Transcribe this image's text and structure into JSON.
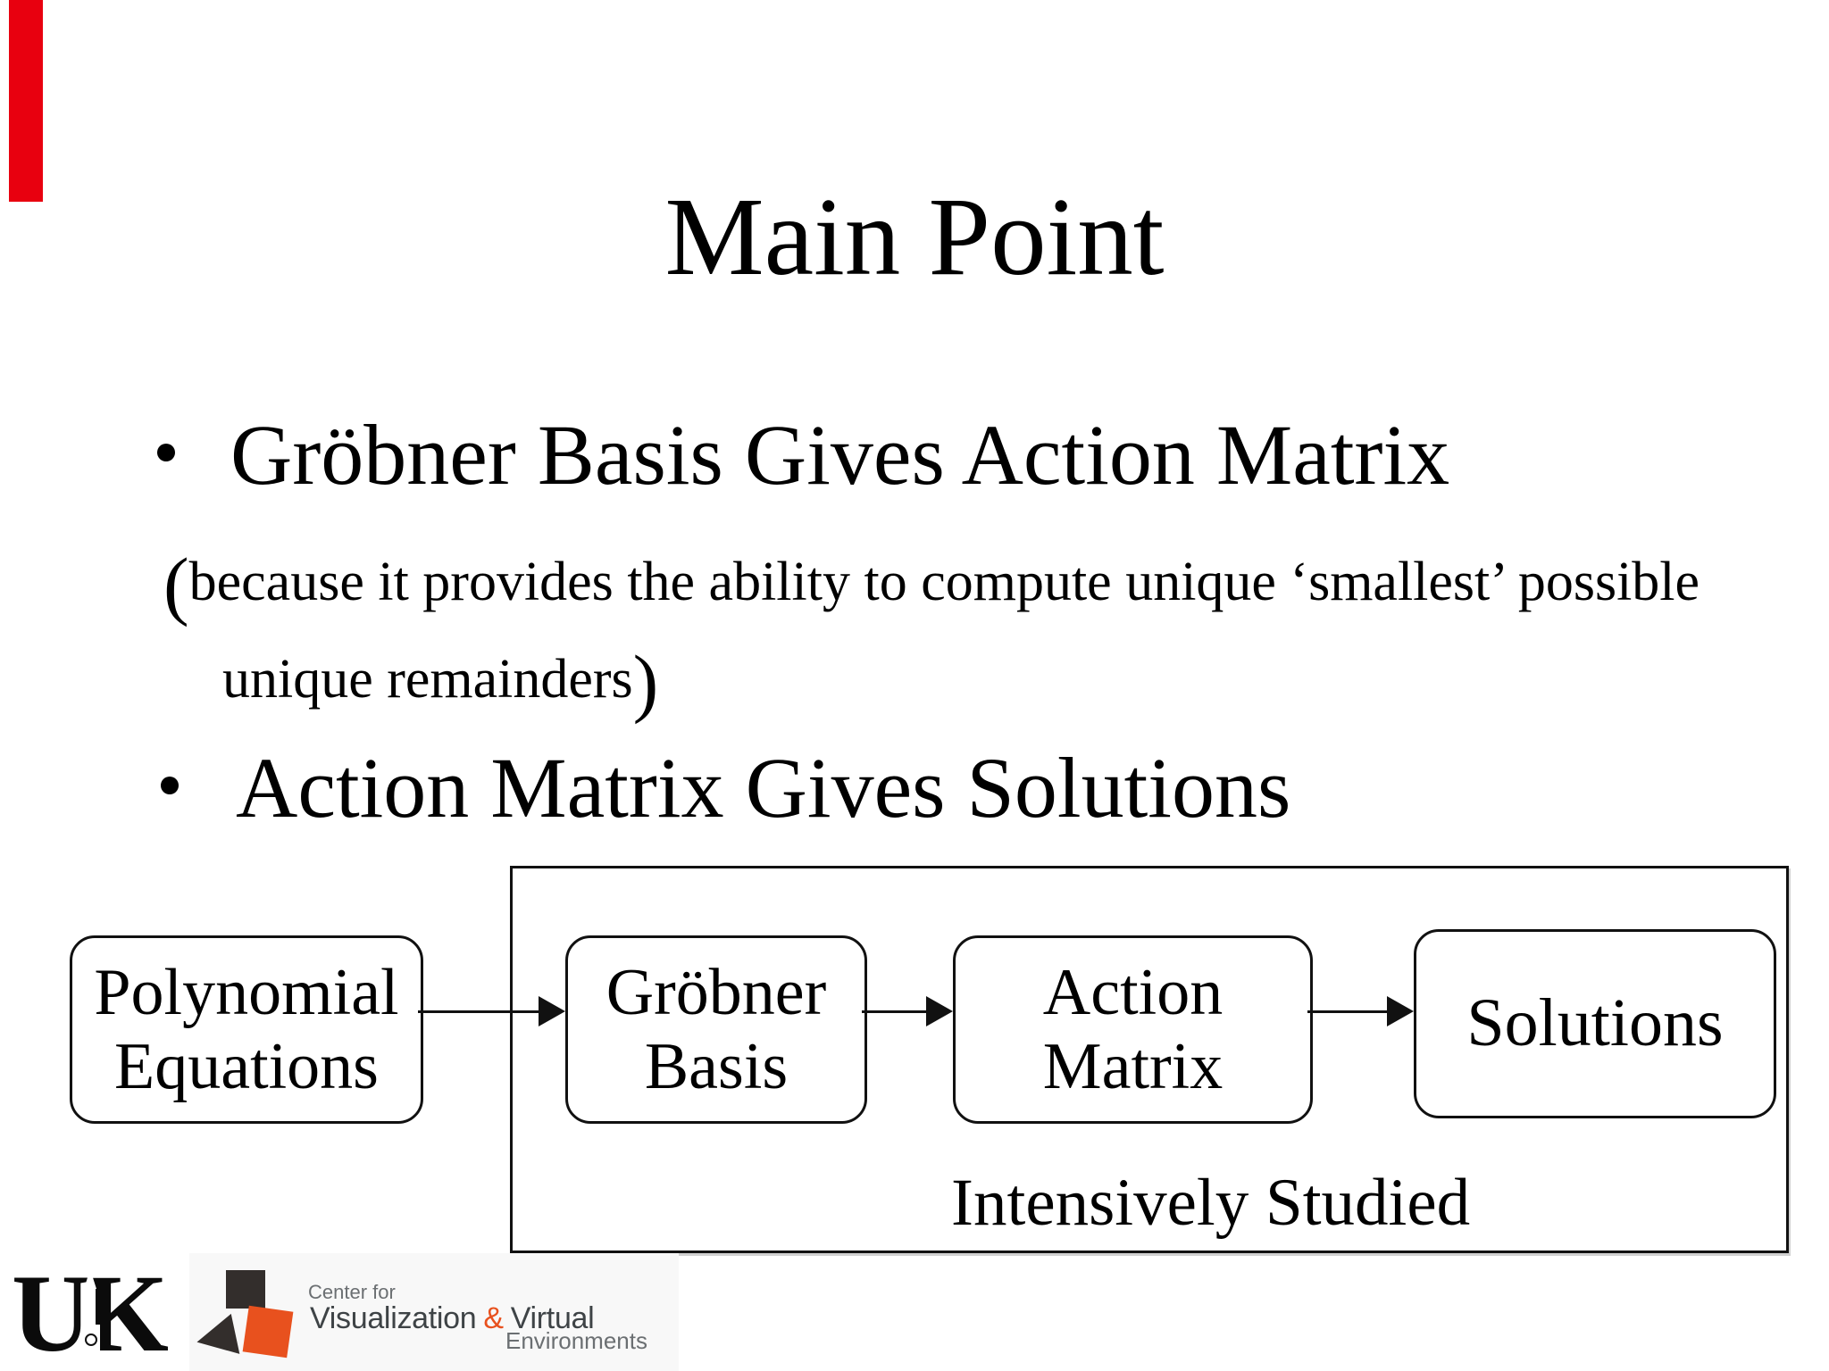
{
  "slide": {
    "title": "Main Point",
    "bullets": [
      "Gröbner Basis Gives Action Matrix",
      "Action Matrix Gives Solutions"
    ],
    "note": {
      "open_paren": "(",
      "line1": "because it provides the ability to compute unique ‘smallest’ possible",
      "line2": "unique remainders",
      "close_paren": ")"
    },
    "diagram": {
      "nodes": [
        {
          "line1": "Polynomial",
          "line2": "Equations"
        },
        {
          "line1": "Gröbner",
          "line2": "Basis"
        },
        {
          "line1": "Action",
          "line2": "Matrix"
        },
        {
          "line1": "Solutions"
        }
      ],
      "container_label": "Intensively Studied"
    },
    "footer": {
      "uk_logo": "UK",
      "cvve_logo": {
        "line1": "Center for",
        "line2_word1": "Visualization",
        "line2_amp": "&",
        "line2_word2": "Virtual",
        "line3": "Environments"
      }
    },
    "colors": {
      "slide_background": "#FFFFFF",
      "text": "#000000",
      "red_bar": "#E8000F",
      "logo_orange": "#E8511E",
      "logo_dark_gray": "#3E4346",
      "logo_gray": "#6B6F72",
      "logo_mark_dark": "#332E2C"
    }
  }
}
